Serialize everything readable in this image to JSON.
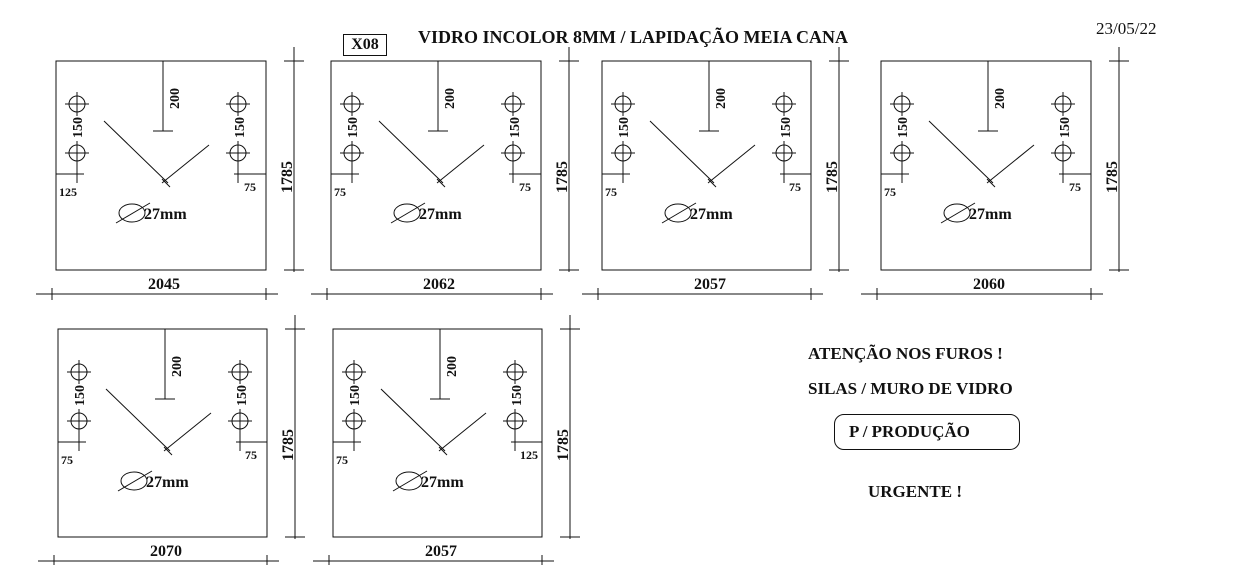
{
  "header": {
    "title": "VIDRO INCOLOR 8MM  / LAPIDAÇÃO MEIA CANA",
    "date": "23/05/22",
    "reference": "X08"
  },
  "common": {
    "height_label": "1785",
    "top_hole_label": "200",
    "hole_spacing_label": "150",
    "hole_diameter_label": "27mm"
  },
  "panels": [
    {
      "width_label": "2045",
      "left_offset": "125",
      "right_offset": "75"
    },
    {
      "width_label": "2062",
      "left_offset": "75",
      "right_offset": "75"
    },
    {
      "width_label": "2057",
      "left_offset": "75",
      "right_offset": "75"
    },
    {
      "width_label": "2060",
      "left_offset": "75",
      "right_offset": "75"
    },
    {
      "width_label": "2070",
      "left_offset": "75",
      "right_offset": "75"
    },
    {
      "width_label": "2057",
      "left_offset": "75",
      "right_offset": "125"
    }
  ],
  "notes": {
    "furos": "ATENÇÃO NOS FUROS !",
    "silas": "SILAS / MURO DE VIDRO",
    "producao": "P / PRODUÇÃO",
    "urgente": "URGENTE !"
  }
}
